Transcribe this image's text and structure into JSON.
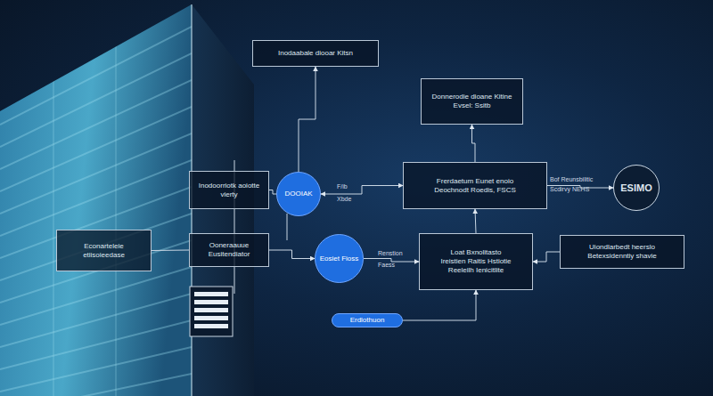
{
  "diagram": {
    "nodes": [
      {
        "text": [
          "Inodaabale diooar Kitsn"
        ]
      },
      {
        "text": [
          "Donnerodie dioane Kitine",
          "Evsel: Ssitb"
        ]
      },
      {
        "text": [
          "Inodoorriotk aoiotte",
          "vierty"
        ]
      },
      {
        "text": [
          "DOOIAK"
        ]
      },
      {
        "text": [
          "Frerdaetum Eunet enoio",
          "Deochnodt Roedis, FSCS"
        ]
      },
      {
        "text": [
          "ESIMO"
        ]
      },
      {
        "text": [
          "Econarteleie",
          "etiisoieedase"
        ]
      },
      {
        "text": [
          "Ooneraauue",
          "Eusitendiator"
        ]
      },
      {
        "text": [
          "Eosiet Fioss"
        ]
      },
      {
        "text": [
          "Loat Bxnolitasto",
          "Ireistien Raitis Hstiotie",
          "Reeleilh Ienicitlite"
        ]
      },
      {
        "text": [
          "Uiondlarbedt heerslo",
          "Betexsidenntiy shavie"
        ]
      },
      {
        "text": [
          "Erdlothuon"
        ]
      }
    ],
    "edges": [
      {
        "from": 3,
        "to": 0,
        "arrow": "to"
      },
      {
        "from": 4,
        "to": 1,
        "arrow": "to"
      },
      {
        "from": 2,
        "to": 3,
        "arrow": "none"
      },
      {
        "from": 3,
        "to": 4,
        "arrow": "both"
      },
      {
        "from": 4,
        "to": 5,
        "arrow": "to"
      },
      {
        "from": 9,
        "to": 4,
        "arrow": "to"
      },
      {
        "from": 8,
        "to": 9,
        "arrow": "to"
      },
      {
        "from": 10,
        "to": 9,
        "arrow": "to"
      },
      {
        "from": 11,
        "to": 9,
        "arrow": "to"
      },
      {
        "from": 6,
        "to": 7,
        "arrow": "none"
      },
      {
        "from": 7,
        "to": 8,
        "arrow": "to"
      }
    ],
    "labels": [
      "F/ib",
      "Xbde",
      "Bof Reunsbilitic",
      "Scdirvy NEHS",
      "Renstion",
      "Faess"
    ]
  }
}
